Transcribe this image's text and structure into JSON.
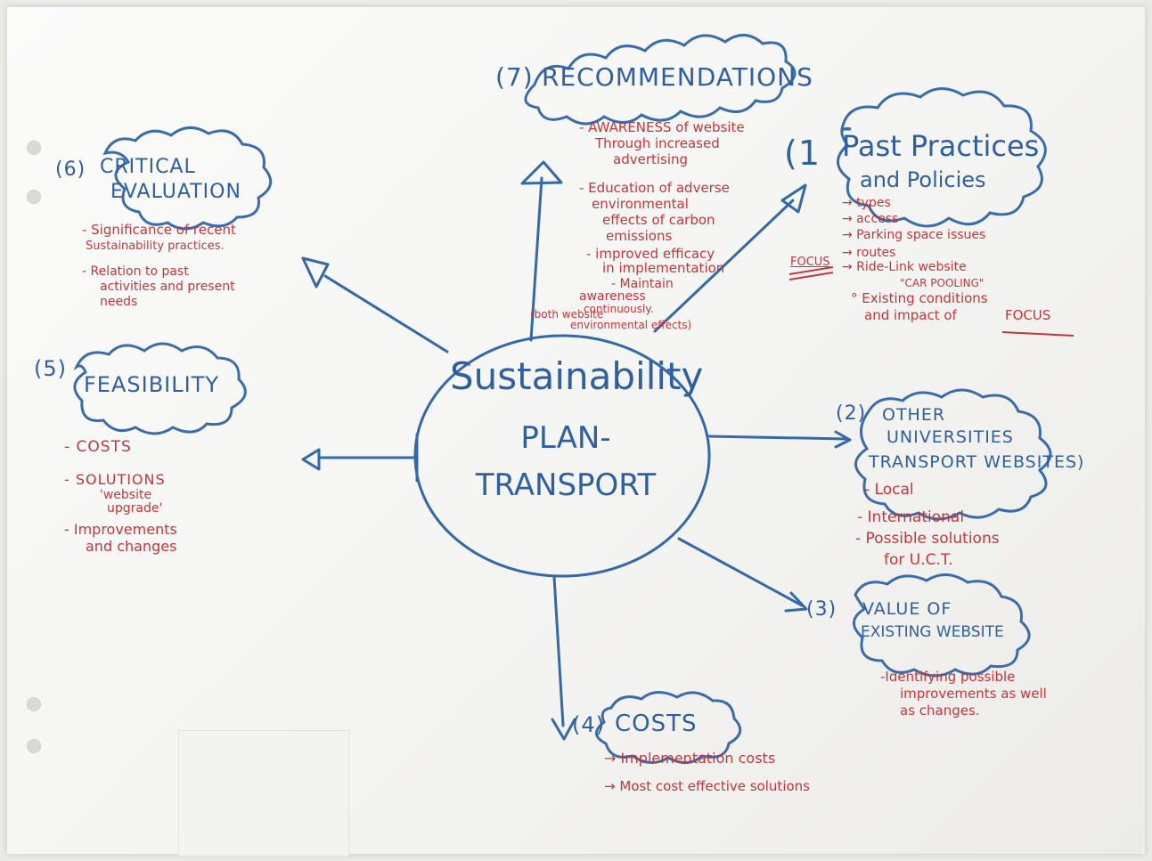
{
  "center": {
    "line1": "Sustainability",
    "line2": "PLAN-",
    "line3": "TRANSPORT"
  },
  "nodes": {
    "recommendations": {
      "number": "(7)",
      "title": "RECOMMENDATIONS",
      "notes": [
        "- AWARENESS of website",
        "Through increased",
        "advertising",
        "- Education of adverse",
        "environmental",
        "effects of carbon",
        "emissions",
        "- improved efficacy",
        "in implementation",
        "- Maintain",
        "awareness",
        "continuously.",
        "(both website",
        "environmental effects)"
      ]
    },
    "past_practices": {
      "number": "(1",
      "title1": "Past Practices",
      "title2": "and Policies",
      "notes": [
        "→ types",
        "→ access",
        "→ Parking space issues",
        "→ routes",
        "→ Ride-Link website",
        "\"CAR POOLING\"",
        "° Existing conditions",
        "and impact of",
        "FOCUS"
      ],
      "focus_label": "FOCUS"
    },
    "critical_evaluation": {
      "number": "(6)",
      "title1": "CRITICAL",
      "title2": "EVALUATION",
      "notes": [
        "- Significance of recent",
        "Sustainability practices.",
        "- Relation to past",
        "activities and present",
        "needs"
      ]
    },
    "feasibility": {
      "number": "(5)",
      "title": "FEASIBILITY",
      "notes": [
        "- COSTS",
        "- SOLUTIONS",
        "'website",
        "upgrade'",
        "- Improvements",
        "and changes"
      ]
    },
    "other_universities": {
      "number": "(2)",
      "title1": "OTHER",
      "title2": "UNIVERSITIES",
      "title3": "TRANSPORT WEBSITES)",
      "notes": [
        "- Local",
        "- International",
        "- Possible solutions",
        "for U.C.T."
      ]
    },
    "value_existing": {
      "number": "(3)",
      "title1": "VALUE OF",
      "title2": "EXISTING WEBSITE",
      "notes": [
        "-Identifying possible",
        "improvements as well",
        "as changes."
      ]
    },
    "costs": {
      "number": "(4)",
      "title": "COSTS",
      "notes": [
        "→ Implementation costs",
        "→ Most cost effective solutions"
      ]
    }
  },
  "colors": {
    "ink_blue": "#3468a8",
    "ink_red": "#c4353a",
    "paper": "#f7f7f5"
  }
}
